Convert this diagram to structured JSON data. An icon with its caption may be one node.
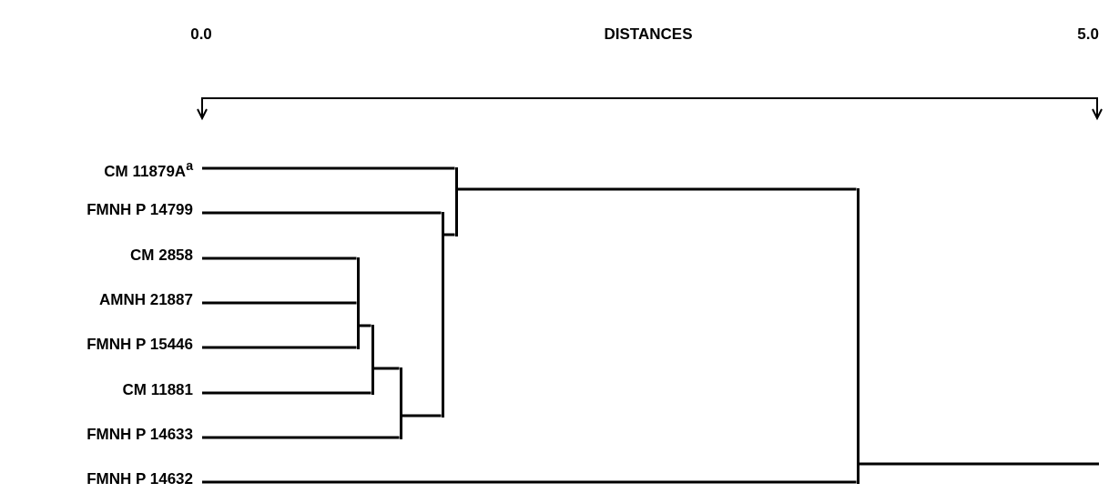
{
  "diagram": {
    "nodes": [
      {
        "text": [
          "CM 11879A$^{a}$"
        ]
      },
      {
        "text": [
          "FMNH P 14799"
        ]
      },
      {
        "text": [
          "CM 2858"
        ]
      },
      {
        "text": [
          "AMNH 21887"
        ]
      },
      {
        "text": [
          "FMNH P 15446"
        ]
      },
      {
        "text": [
          "CM 11881"
        ]
      },
      {
        "text": [
          "FMNH P 14633"
        ]
      },
      {
        "text": [
          "FMNH P 14632"
        ]
      },
      {
        "text": [],
        "shape": "bar"
      },
      {
        "text": [],
        "shape": "bar"
      },
      {
        "text": [],
        "shape": "bar"
      },
      {
        "text": [],
        "shape": "bar"
      },
      {
        "text": [],
        "shape": "bar"
      },
      {
        "text": [],
        "shape": "bar"
      }
    ],
    "edges": [
      {
        "from": 0,
        "to": 12,
        "arrow": "none"
      },
      {
        "from": 1,
        "to": 11,
        "arrow": "none"
      },
      {
        "from": 2,
        "to": 8,
        "arrow": "none"
      },
      {
        "from": 3,
        "to": 8,
        "arrow": "none"
      },
      {
        "from": 4,
        "to": 8,
        "arrow": "none"
      },
      {
        "from": 5,
        "to": 9,
        "arrow": "none"
      },
      {
        "from": 6,
        "to": 10,
        "arrow": "none"
      },
      {
        "from": 7,
        "to": 13,
        "arrow": "none"
      },
      {
        "from": 8,
        "to": 9,
        "arrow": "none"
      },
      {
        "from": 9,
        "to": 10,
        "arrow": "none"
      },
      {
        "from": 10,
        "to": 11,
        "arrow": "none"
      },
      {
        "from": 11,
        "to": 12,
        "arrow": "none"
      },
      {
        "from": 12,
        "to": 13,
        "arrow": "none"
      },
      {
        "from": 13,
        "to": null,
        "arrow": "none"
      }
    ],
    "labels": [
      "0.0",
      "DISTANCES",
      "5.0"
    ]
  }
}
